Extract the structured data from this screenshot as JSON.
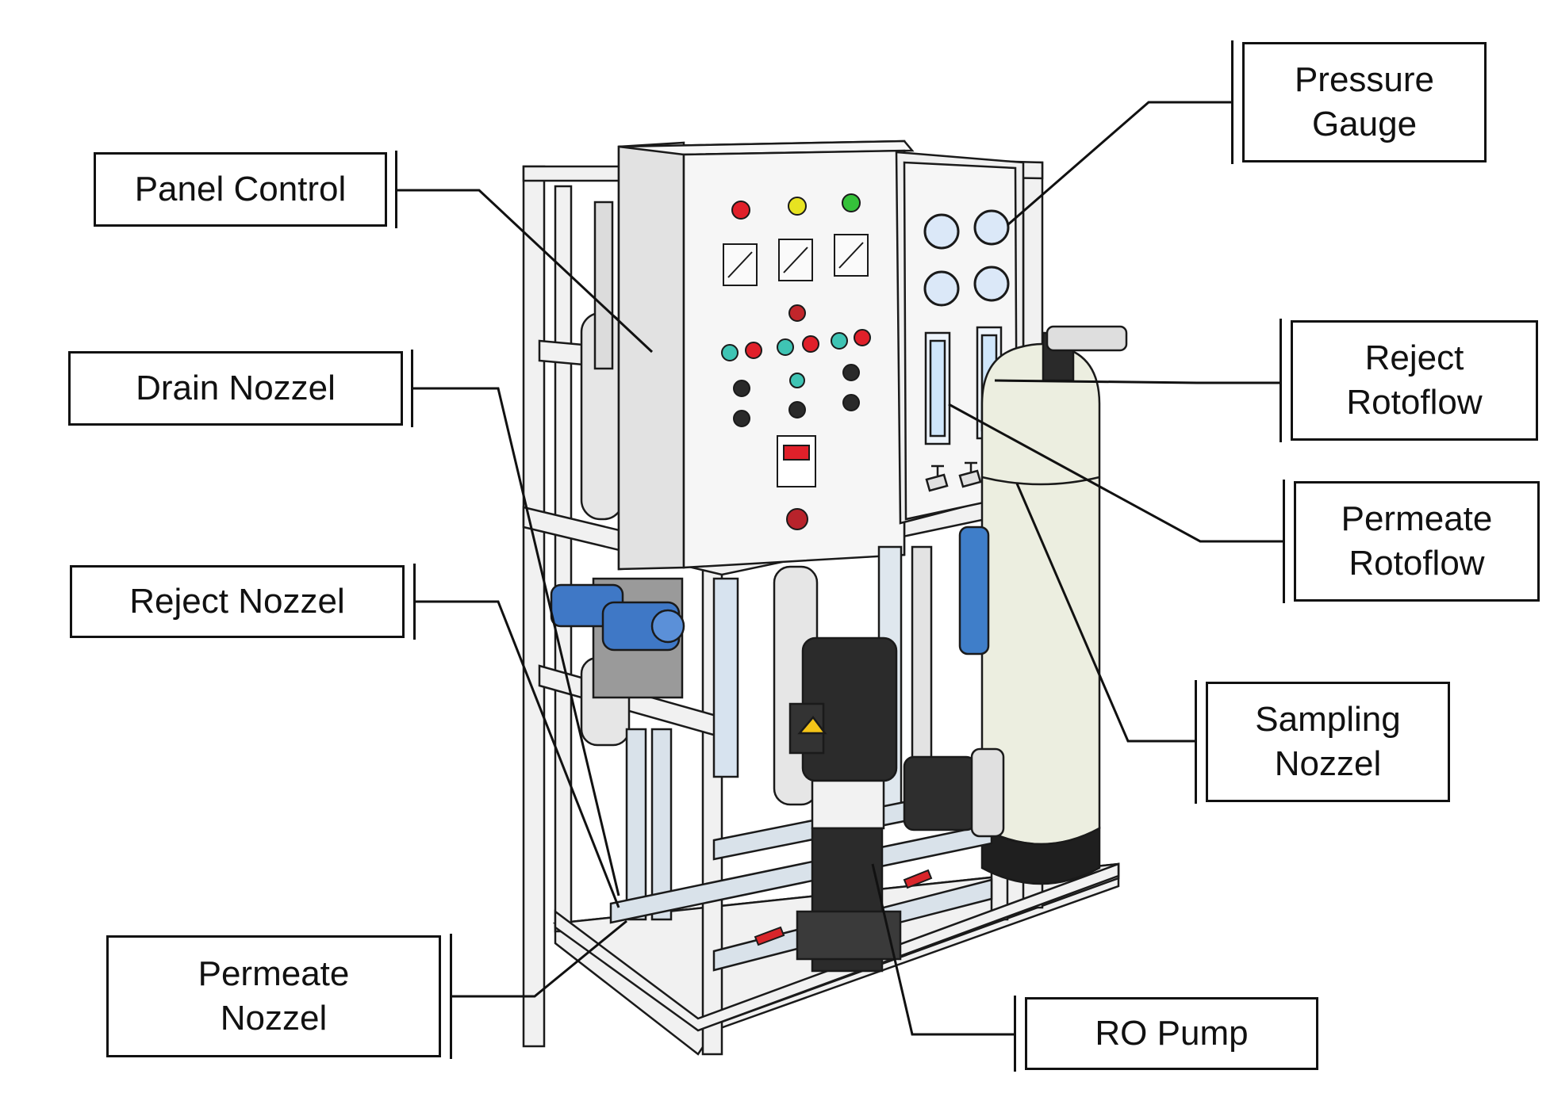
{
  "labels": {
    "panel_control": "Panel Control",
    "drain_nozzel": "Drain Nozzel",
    "reject_nozzel": "Reject Nozzel",
    "permeate_nozzel": "Permeate\nNozzel",
    "pressure_gauge": "Pressure\nGauge",
    "reject_rotoflow": "Reject\nRotoflow",
    "permeate_rotoflow": "Permeate\nRotoflow",
    "sampling_nozzel": "Sampling\nNozzel",
    "ro_pump": "RO Pump"
  },
  "colors": {
    "frame": "#f2f2f2",
    "outline": "#1a1a1a",
    "pump_body": "#2b2b2b",
    "dosing_pump": "#3f78c6",
    "rotoflow_fluid": "#cfe6fb",
    "filter_vessel": "#eceee0",
    "valve_red": "#d9252a",
    "lamp_red": "#e0202a",
    "lamp_yellow": "#e7e321",
    "lamp_green": "#35c23a",
    "lamp_teal": "#3fc4b4"
  }
}
